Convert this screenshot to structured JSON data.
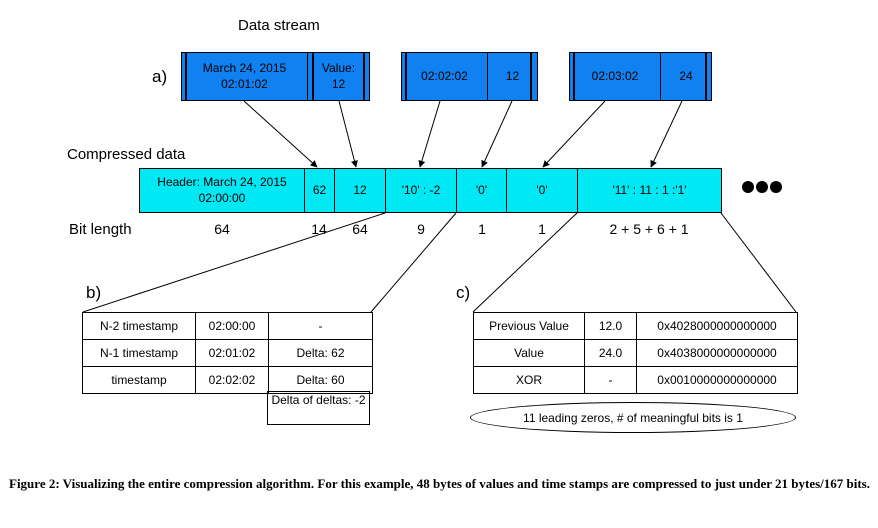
{
  "labels": {
    "data_stream": "Data stream",
    "a": "a)",
    "b": "b)",
    "c": "c)",
    "compressed_data": "Compressed data",
    "bit_length": "Bit length"
  },
  "data_stream": {
    "blocks": [
      {
        "timestamp": "March 24, 2015 02:01:02",
        "value": "Value: 12"
      },
      {
        "timestamp": "02:02:02",
        "value": "12"
      },
      {
        "timestamp": "02:03:02",
        "value": "24"
      }
    ]
  },
  "compressed": {
    "cells": [
      {
        "text": "Header: March 24, 2015 02:00:00",
        "bits": "64"
      },
      {
        "text": "62",
        "bits": "14"
      },
      {
        "text": "12",
        "bits": "64"
      },
      {
        "text": "'10' : -2",
        "bits": "9"
      },
      {
        "text": "'0'",
        "bits": "1"
      },
      {
        "text": "'0'",
        "bits": "1"
      },
      {
        "text": "'11' : 11 : 1 :'1'",
        "bits": "2 + 5 + 6 + 1"
      }
    ]
  },
  "table_b": {
    "rows": [
      [
        "N-2 timestamp",
        "02:00:00",
        "-"
      ],
      [
        "N-1 timestamp",
        "02:01:02",
        "Delta: 62"
      ],
      [
        "timestamp",
        "02:02:02",
        "Delta: 60"
      ]
    ],
    "extra": "Delta of deltas: -2"
  },
  "table_c": {
    "rows": [
      [
        "Previous Value",
        "12.0",
        "0x4028000000000000"
      ],
      [
        "Value",
        "24.0",
        "0x4038000000000000"
      ],
      [
        "XOR",
        "-",
        "0x0010000000000000"
      ]
    ],
    "note": "11 leading zeros, # of meaningful bits is 1"
  },
  "caption": "Figure 2: Visualizing the entire compression algorithm. For this example, 48 bytes of values and time stamps are compressed to just under 21 bytes/167 bits."
}
